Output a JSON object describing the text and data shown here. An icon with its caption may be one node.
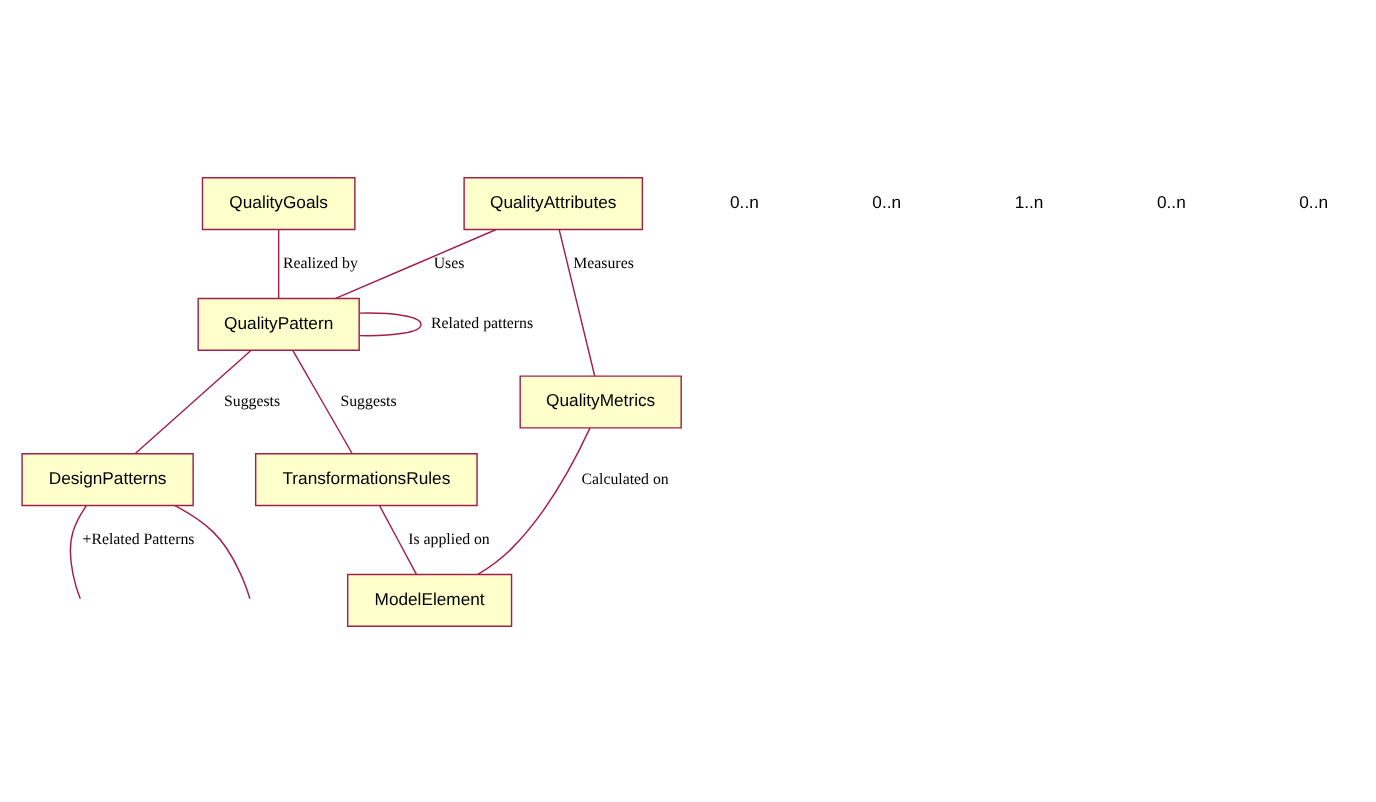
{
  "diagram": {
    "nodes": [
      {
        "text": [
          "QualityGoals"
        ]
      },
      {
        "text": [
          "QualityPattern"
        ]
      },
      {
        "text": [
          "QualityAttributes"
        ]
      },
      {
        "text": [
          "TransformationsRules"
        ]
      },
      {
        "text": [
          "QualityMetrics"
        ]
      },
      {
        "text": [
          "ModelElement"
        ]
      },
      {
        "text": [
          "DesignPatterns"
        ]
      }
    ],
    "edges": [
      {
        "from": 0,
        "to": 1,
        "arrow": "none",
        "label": "Realized by"
      },
      {
        "from": 1,
        "to": 1,
        "arrow": "none",
        "label": "Related patterns"
      },
      {
        "from": 2,
        "to": 1,
        "arrow": "none",
        "label": "Uses"
      },
      {
        "from": 1,
        "to": 3,
        "arrow": "none",
        "label": "Suggests"
      },
      {
        "from": 1,
        "to": 6,
        "arrow": "none",
        "label": "Suggests"
      },
      {
        "from": 2,
        "to": 4,
        "arrow": "none",
        "label": "Measures"
      },
      {
        "from": 4,
        "to": 5,
        "arrow": "none",
        "label": "Calculated on"
      },
      {
        "from": 3,
        "to": 5,
        "arrow": "none",
        "label": "Is applied on"
      },
      {
        "from": 6,
        "to": null,
        "arrow": "none"
      },
      {
        "from": 6,
        "to": null,
        "arrow": "none",
        "label": "+Related Patterns"
      }
    ],
    "labels": [
      "0..n",
      "0..n",
      "1..n",
      "0..n",
      "0..n"
    ]
  }
}
